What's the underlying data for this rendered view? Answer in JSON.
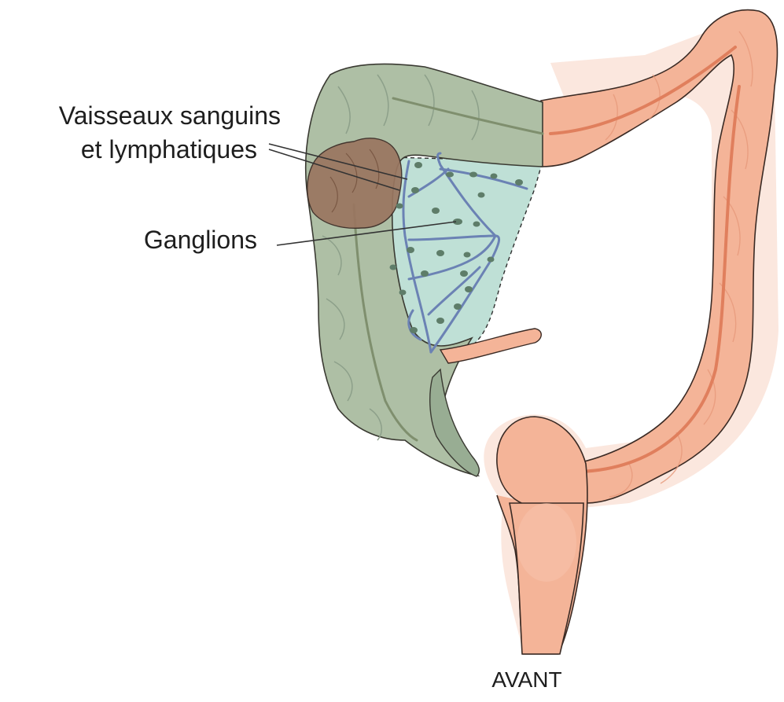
{
  "labels": {
    "vessels_line1": "Vaisseaux sanguins",
    "vessels_line2": "et lymphatiques",
    "ganglions": "Ganglions",
    "orientation": "AVANT"
  },
  "colors": {
    "colon_fill": "#f4b498",
    "colon_shadow": "#e98a68",
    "colon_stroke": "#3a2a24",
    "resected_fill": "#aebfa5",
    "resected_dark": "#8fa58c",
    "mesentery_fill": "#bfe0d6",
    "tumor_fill": "#9a7660",
    "vessel": "#6b82b4",
    "node": "#5e7d69",
    "leader": "#333333"
  }
}
